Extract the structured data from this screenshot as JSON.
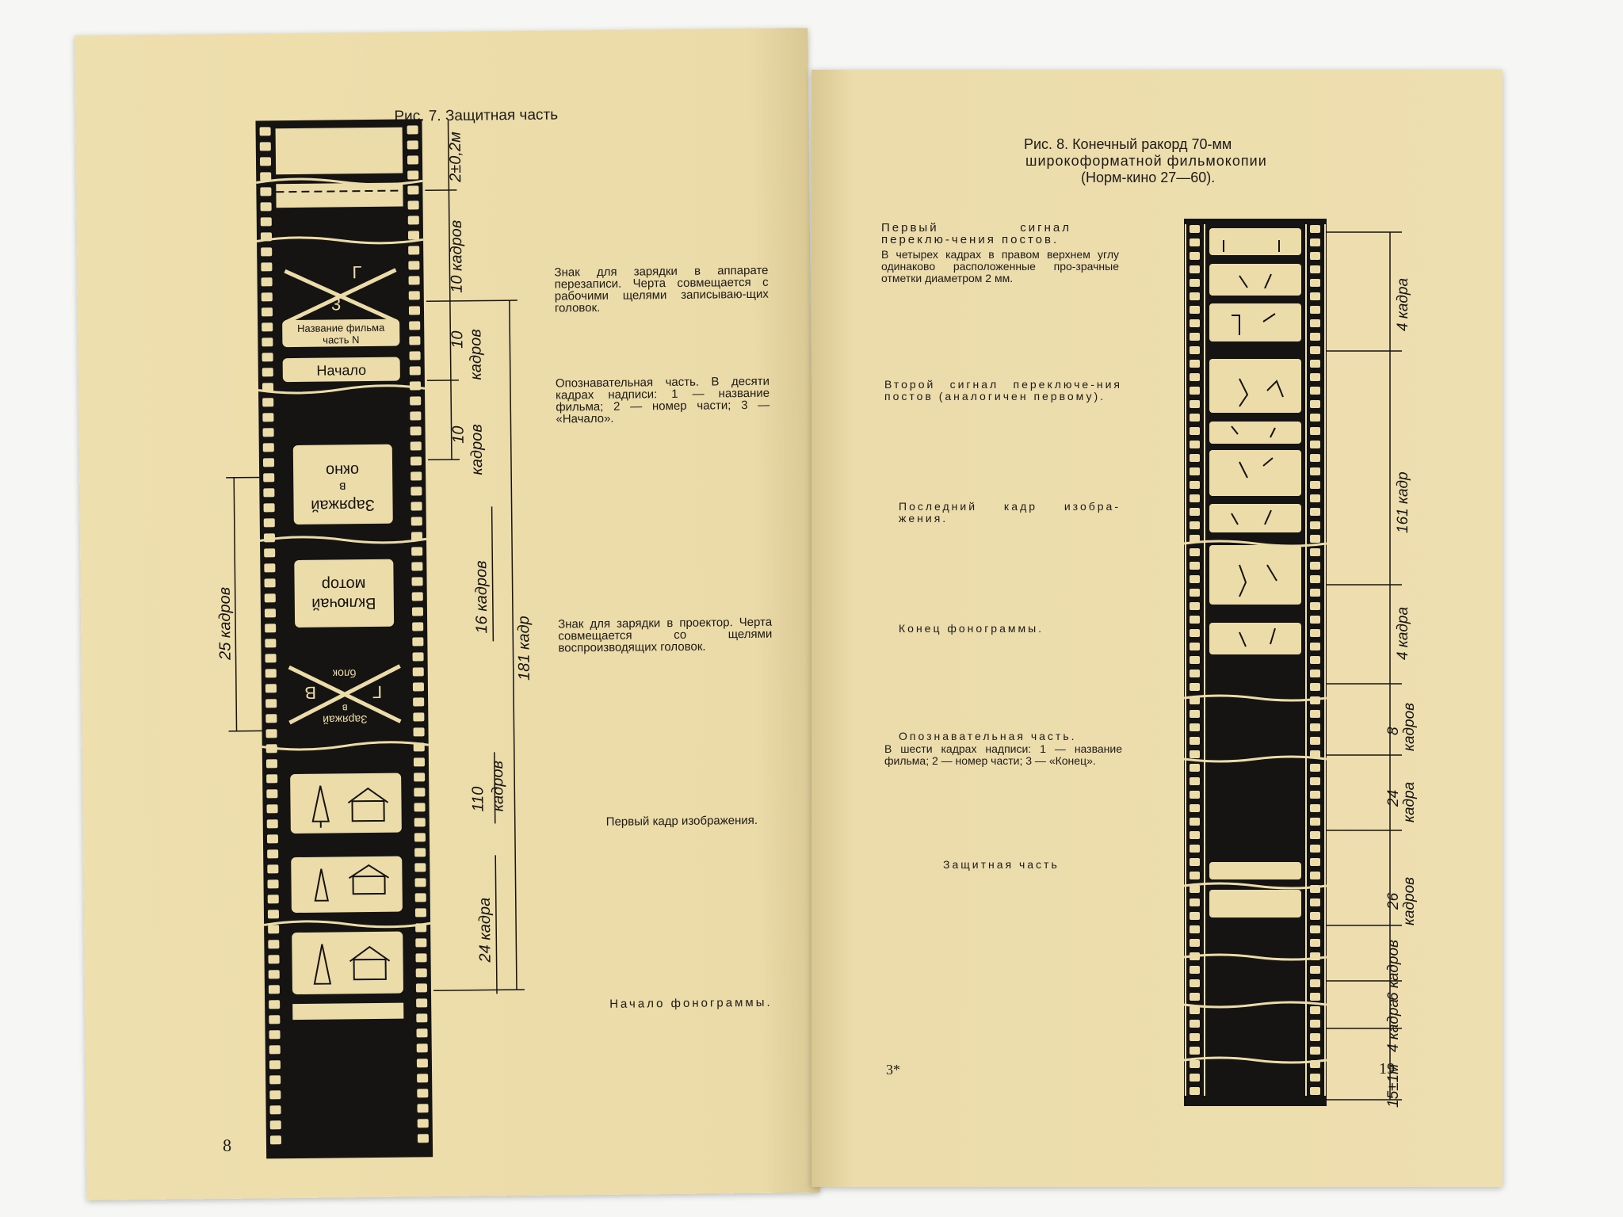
{
  "left_page": {
    "caption": "Рис. 7. Защитная часть",
    "page_number": "8",
    "annotations": [
      "Знак для зарядки в аппарате перезаписи. Черта совмещается с рабочими щелями записываю-щих головок.",
      "Опознавательная часть. В десяти кадрах надписи: 1 — название фильма; 2 — номер части; 3 — «Начало».",
      "Знак для зарядки в проектор. Черта совмещается со щелями воспроизводящих головок.",
      "Первый кадр изображения.",
      "Начало фонограммы."
    ],
    "film_labels": {
      "mark_g": "Г",
      "mark_3": "3",
      "title_line1": "Название фильма",
      "title_line2": "часть N",
      "start": "Начало",
      "load_1": "Заряжай",
      "load_2": "в",
      "load_3": "окно",
      "motor_1": "Включай",
      "motor_2": "мотор",
      "block_1": "Заряжай",
      "block_2": "в",
      "block_3": "блок",
      "block_g": "Г",
      "block_v": "В"
    },
    "dimensions": [
      "2±0,2м",
      "10 кадров",
      "10",
      "кадров",
      "10",
      "кадров",
      "16 кадров",
      "181 кадр",
      "25 кадров",
      "110",
      "кадров",
      "24 кадра"
    ]
  },
  "right_page": {
    "caption_line1": "Рис. 8. Конечный ракорд 70-мм",
    "caption_line2": "широкоформатной фильмокопии",
    "caption_line3": "(Норм-кино 27—60).",
    "page_number": "19",
    "signature_mark": "3*",
    "annotations": [
      "Первый сигнал переклю-чения постов.",
      "В четырех кадрах в правом верхнем углу одинаково расположенные про-зрачные отметки диаметром 2 мм.",
      "Второй сигнал переключе-ния постов (аналогичен первому).",
      "Последний кадр изобра-жения.",
      "Конец фонограммы.",
      "Опознавательная часть.",
      "В шести кадрах надписи: 1 — название фильма; 2 — номер части; 3 — «Конец».",
      "Защитная часть"
    ],
    "dimensions": [
      "4 кадра",
      "161 кадр",
      "4 кадра",
      "8",
      "кадров",
      "24",
      "кадра",
      "26",
      "кадров",
      "6 кадров",
      "4 кадра",
      "15±1м"
    ]
  }
}
